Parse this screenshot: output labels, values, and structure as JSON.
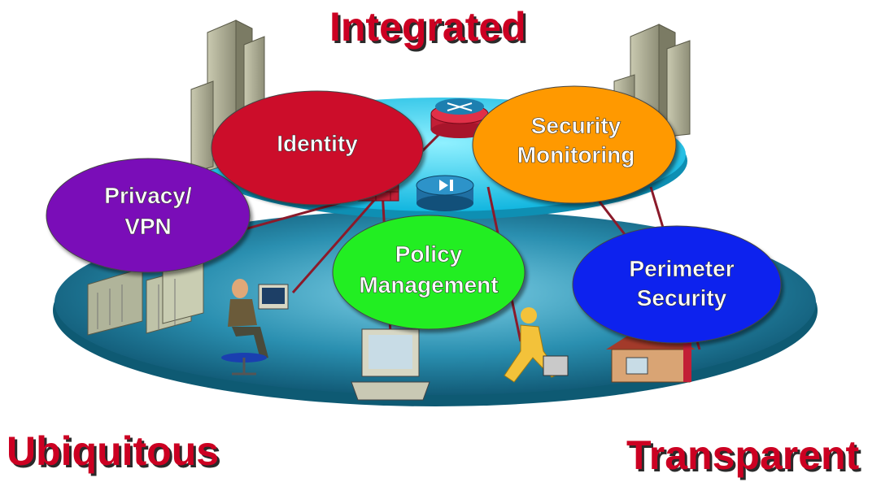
{
  "headings": {
    "integrated": "Integrated",
    "ubiquitous": "Ubiquitous",
    "transparent": "Transparent"
  },
  "circles": {
    "identity": {
      "line1": "Identity",
      "line2": "",
      "color": "#cc0c2c"
    },
    "security_monitoring": {
      "line1": "Security",
      "line2": "Monitoring",
      "color": "#ff9900"
    },
    "privacy_vpn": {
      "line1": "Privacy/",
      "line2": "VPN",
      "color": "#7a0fb8"
    },
    "policy_management": {
      "line1": "Policy",
      "line2": "Management",
      "color": "#22ee22"
    },
    "perimeter_security": {
      "line1": "Perimeter",
      "line2": "Security",
      "color": "#0a22ee"
    }
  },
  "colors": {
    "heading": "#cc0022",
    "network_disc": "#12708e",
    "upper_disc": "#1ec4e8",
    "links": "#8b1a2a"
  },
  "icons": [
    "office-building-icon",
    "router-icon",
    "firewall-icon",
    "vpn-concentrator-icon",
    "server-rack-icon",
    "desktop-computer-icon",
    "person-at-computer-icon",
    "running-businessman-icon",
    "home-office-icon"
  ]
}
